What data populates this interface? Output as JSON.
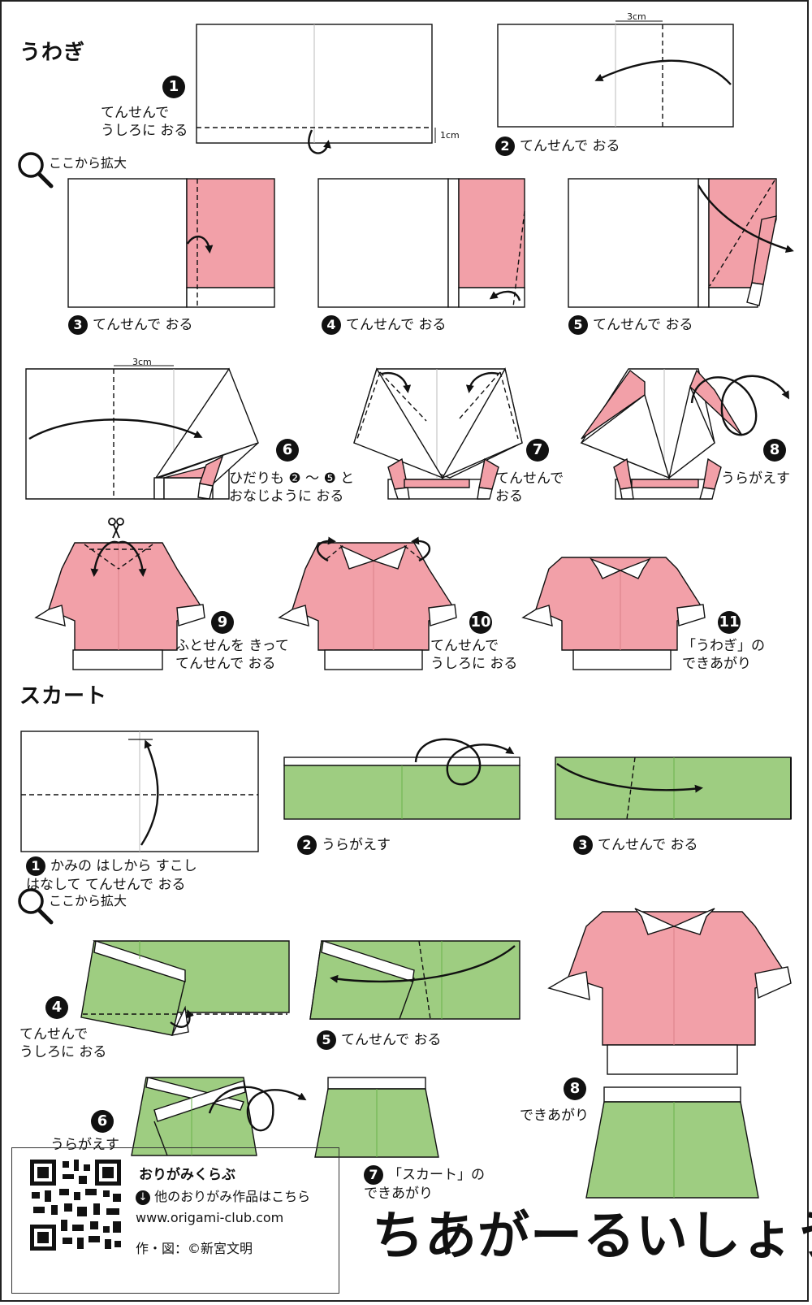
{
  "sections": {
    "uwagi": "うわぎ",
    "skirt": "スカート"
  },
  "zoom_label": "ここから拡大",
  "measures": {
    "cm3": "3cm",
    "cm1": "1cm"
  },
  "uwagi_steps": [
    {
      "n": "1",
      "text": "てんせんで\nうしろに おる"
    },
    {
      "n": "2",
      "text": "てんせんで おる"
    },
    {
      "n": "3",
      "text": "てんせんで おる"
    },
    {
      "n": "4",
      "text": "てんせんで おる"
    },
    {
      "n": "5",
      "text": "てんせんで おる"
    },
    {
      "n": "6",
      "text": "ひだりも ❷ 〜 ❺ と\nおなじように おる"
    },
    {
      "n": "7",
      "text": "てんせんで\nおる"
    },
    {
      "n": "8",
      "text": "うらがえす"
    },
    {
      "n": "9",
      "text": "ふとせんを きって\nてんせんで おる"
    },
    {
      "n": "10",
      "text": "てんせんで\nうしろに おる"
    },
    {
      "n": "11",
      "text": "「うわぎ」の\nできあがり"
    }
  ],
  "skirt_steps": [
    {
      "n": "1",
      "text": "かみの はしから すこし\nはなして てんせんで おる"
    },
    {
      "n": "2",
      "text": "うらがえす"
    },
    {
      "n": "3",
      "text": "てんせんで おる"
    },
    {
      "n": "4",
      "text": "てんせんで\nうしろに おる"
    },
    {
      "n": "5",
      "text": "てんせんで おる"
    },
    {
      "n": "6",
      "text": "うらがえす"
    },
    {
      "n": "7",
      "text": "「スカート」の\nできあがり"
    },
    {
      "n": "8",
      "text": "できあがり"
    }
  ],
  "footer": {
    "brand": "おりがみくらぶ",
    "more": "他のおりがみ作品はこちら",
    "url": "www.origami-club.com",
    "credit": "作・図：©新宮文明"
  },
  "title": "ちあがーるいしょう",
  "colors": {
    "pink": "#f2a0a8",
    "green": "#9ecd81"
  }
}
